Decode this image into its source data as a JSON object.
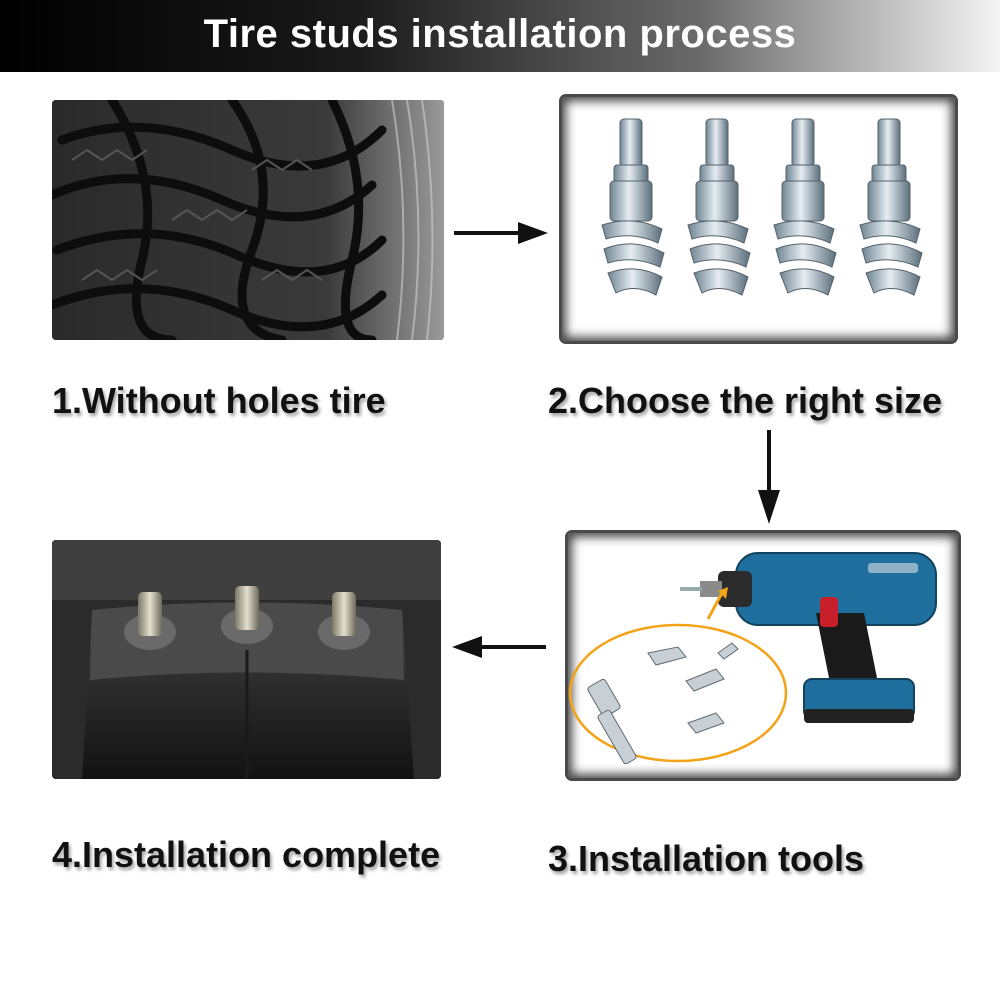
{
  "banner": {
    "title": "Tire studs installation process"
  },
  "steps": [
    {
      "label": "1.Without holes tire"
    },
    {
      "label": "2.Choose the right size"
    },
    {
      "label": "3.Installation tools"
    },
    {
      "label": "4.Installation complete"
    }
  ],
  "colors": {
    "banner_start": "#000000",
    "banner_end": "#f4f4f4",
    "drill_blue": "#1f6f9e",
    "drill_red": "#c8202a",
    "highlight_orange": "#f2a318",
    "arrow": "#111111"
  },
  "icons": [
    "right-arrow-icon",
    "down-arrow-icon",
    "left-arrow-icon"
  ]
}
